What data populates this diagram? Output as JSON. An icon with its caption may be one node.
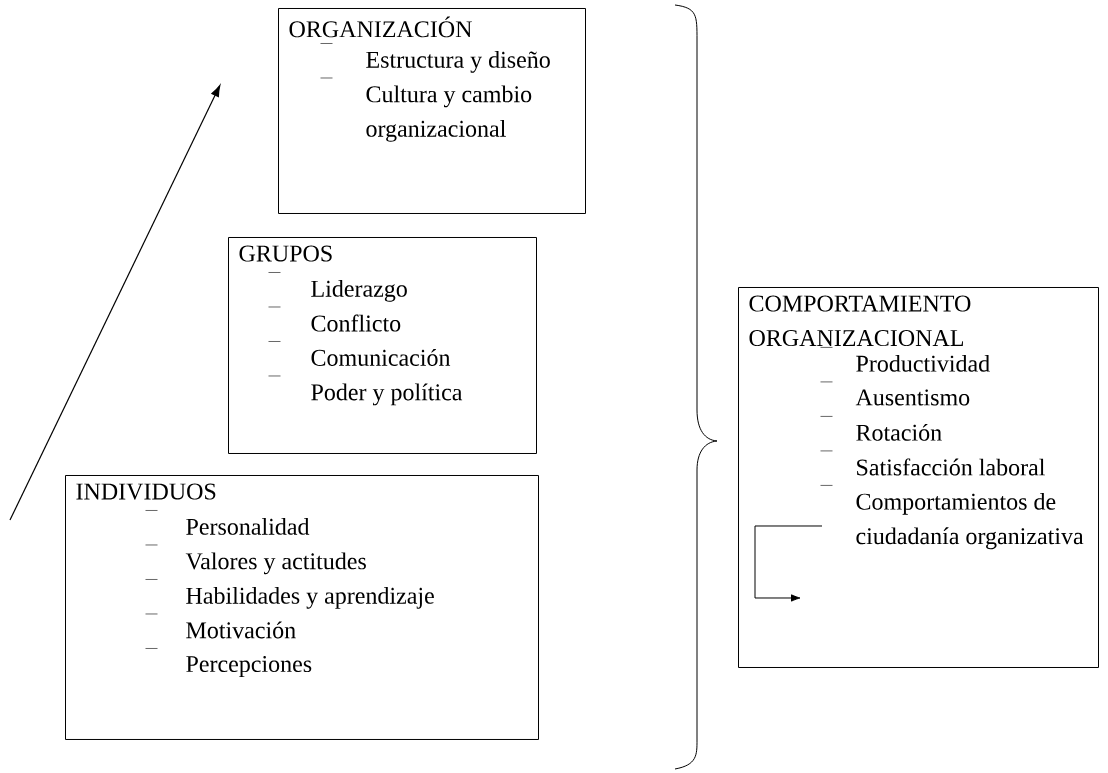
{
  "diagram": {
    "nodes": [
      {
        "text": [
          "ORGANIZACIÓN",
          "Estructura y diseño",
          "Cultura y cambio organizacional"
        ]
      },
      {
        "text": [
          "GRUPOS",
          "Liderazgo",
          "Conflicto",
          "Comunicación",
          "Poder y política"
        ]
      },
      {
        "text": [
          "INDIVIDUOS",
          "Personalidad",
          "Valores y actitudes",
          "Habilidades y aprendizaje",
          "Motivación",
          "Percepciones"
        ]
      },
      {
        "text": [
          "COMPORTAMIENTO ORGANIZACIONAL",
          "Productividad",
          "Ausentismo",
          "Rotación",
          "Satisfacción laboral",
          "Comportamientos de ciudadanía organizativa"
        ]
      }
    ]
  }
}
